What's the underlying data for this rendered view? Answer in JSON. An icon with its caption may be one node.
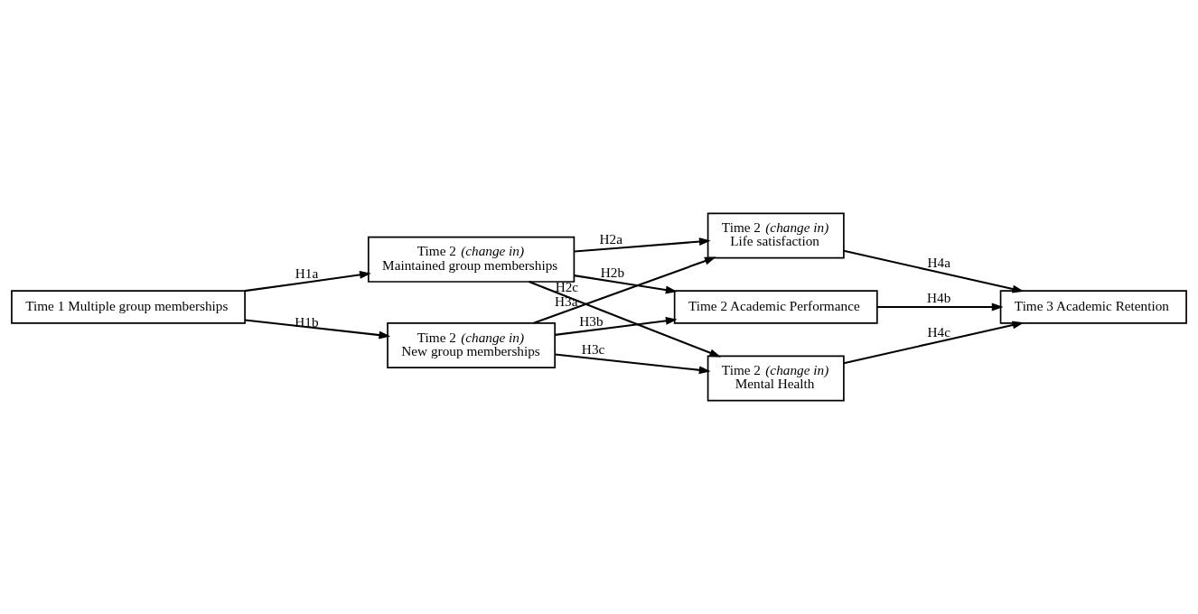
{
  "diagram": {
    "nodes": [
      {
        "text": [
          "Time 1 Multiple group memberships"
        ]
      },
      {
        "text": [
          "Time 2 *(change in)* Maintained group memberships"
        ]
      },
      {
        "text": [
          "Time 2 *(change in)* New group memberships"
        ]
      },
      {
        "text": [
          "Time 2 *(change in)* Life satisfaction"
        ]
      },
      {
        "text": [
          "Time 2 Academic Performance"
        ]
      },
      {
        "text": [
          "Time 2 *(change in)* Mental Health"
        ]
      },
      {
        "text": [
          "Time 3 Academic Retention"
        ]
      }
    ],
    "edges": [
      {
        "from": 0,
        "to": 1,
        "arrow": "to",
        "label": "H1a"
      },
      {
        "from": 0,
        "to": 2,
        "arrow": "to",
        "label": "H1b"
      },
      {
        "from": 1,
        "to": 3,
        "arrow": "to",
        "label": "H2a"
      },
      {
        "from": 1,
        "to": 4,
        "arrow": "to",
        "label": "H2b"
      },
      {
        "from": 1,
        "to": 5,
        "arrow": "to",
        "label": "H2c"
      },
      {
        "from": 2,
        "to": 3,
        "arrow": "to",
        "label": "H3a"
      },
      {
        "from": 2,
        "to": 4,
        "arrow": "to",
        "label": "H3b"
      },
      {
        "from": 2,
        "to": 5,
        "arrow": "to",
        "label": "H3c"
      },
      {
        "from": 3,
        "to": 6,
        "arrow": "to",
        "label": "H4a"
      },
      {
        "from": 4,
        "to": 6,
        "arrow": "to",
        "label": "H4b"
      },
      {
        "from": 5,
        "to": 6,
        "arrow": "to",
        "label": "H4c"
      }
    ]
  }
}
